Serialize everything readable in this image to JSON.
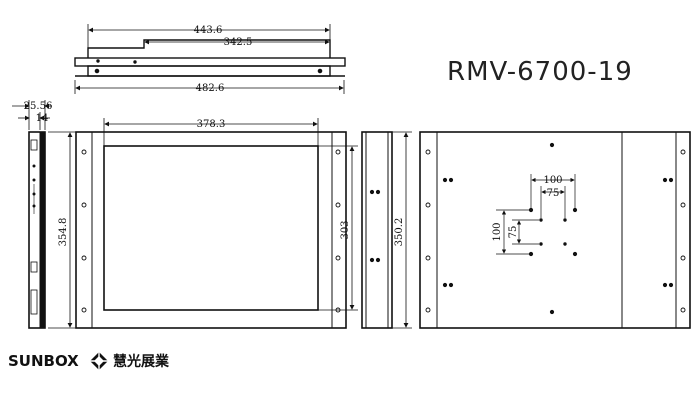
{
  "model": "RMV-6700-19",
  "brand": {
    "name": "SUNBOX",
    "name_zh": "慧光展業"
  },
  "top_view": {
    "overall_width": "443.6",
    "body_width": "342.5",
    "ear_width": "482.6"
  },
  "side_view": {
    "offset_a": "25.56",
    "offset_b": "14",
    "height": "354.8"
  },
  "front_view": {
    "screen_width": "378.3",
    "screen_height": "303"
  },
  "profile_view": {
    "height": "350.2"
  },
  "rear_view": {
    "vesa_outer": "100",
    "vesa_inner": "75",
    "vesa_outer_v": "100",
    "vesa_inner_v": "75"
  }
}
